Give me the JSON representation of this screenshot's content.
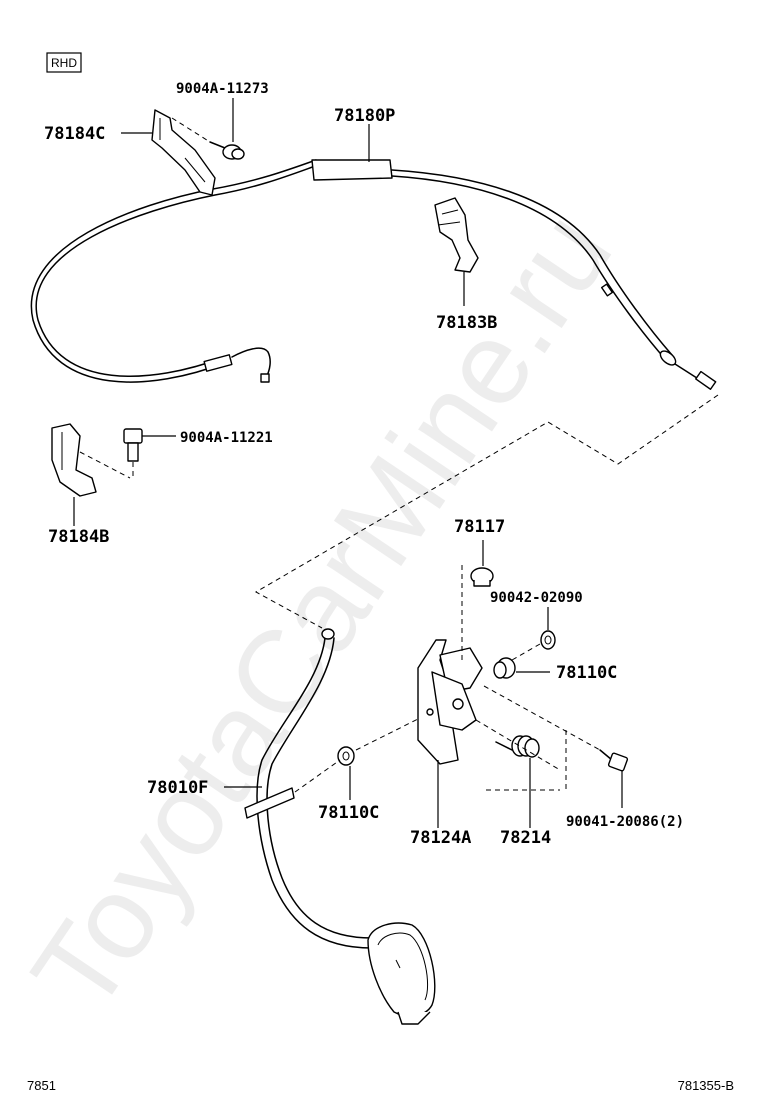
{
  "badge": "RHD",
  "watermark": "ToyotaCarMine.ru",
  "labels": {
    "p9004a_11273": "9004A-11273",
    "p78184c": "78184C",
    "p78180p": "78180P",
    "p78183b": "78183B",
    "p9004a_11221": "9004A-11221",
    "p78184b": "78184B",
    "p78117": "78117",
    "p90042_02090": "90042-02090",
    "p78110c_upper": "78110C",
    "p78010f": "78010F",
    "p78110c_lower": "78110C",
    "p78124a": "78124A",
    "p78214": "78214",
    "p90041_20086": "90041-20086(2)"
  },
  "footer": {
    "left": "7851",
    "right": "781355-B"
  }
}
